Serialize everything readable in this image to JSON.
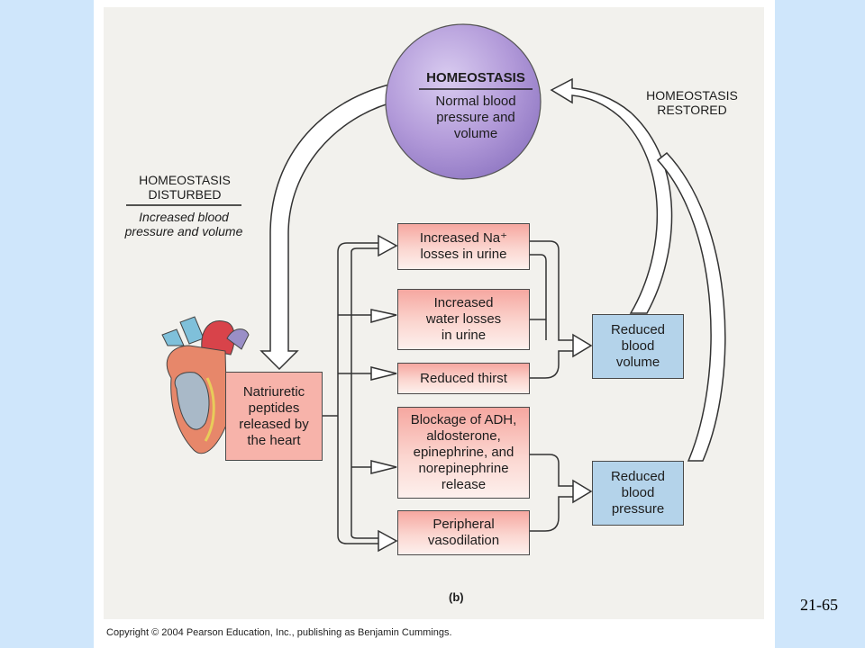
{
  "homeostasis_node": {
    "title": "HOMEOSTASIS",
    "subtitle": "Normal blood\npressure and\nvolume"
  },
  "disturbed_label": {
    "title": "HOMEOSTASIS\nDISTURBED",
    "detail": "Increased blood\npressure and volume"
  },
  "restored_label": "HOMEOSTASIS\nRESTORED",
  "source_box": "Natriuretic\npeptides\nreleased by\nthe heart",
  "effects": [
    "Increased Na⁺\nlosses in urine",
    "Increased\nwater losses\nin urine",
    "Reduced thirst",
    "Blockage of ADH,\naldosterone,\nepinephrine, and\nnorepinephrine\nrelease",
    "Peripheral\nvasodilation"
  ],
  "outcomes": [
    "Reduced\nblood\nvolume",
    "Reduced\nblood\npressure"
  ],
  "figure_tag": "(b)",
  "copyright": "Copyright © 2004 Pearson Education, Inc., publishing as Benjamin Cummings.",
  "slide_number": "21-65",
  "colors": {
    "background": "#cfe6fb",
    "figure_bg": "#f2f1ed",
    "circle": "#b29ad9",
    "effect_box": "#f6a7a0",
    "outcome_box": "#b4d3ea"
  }
}
